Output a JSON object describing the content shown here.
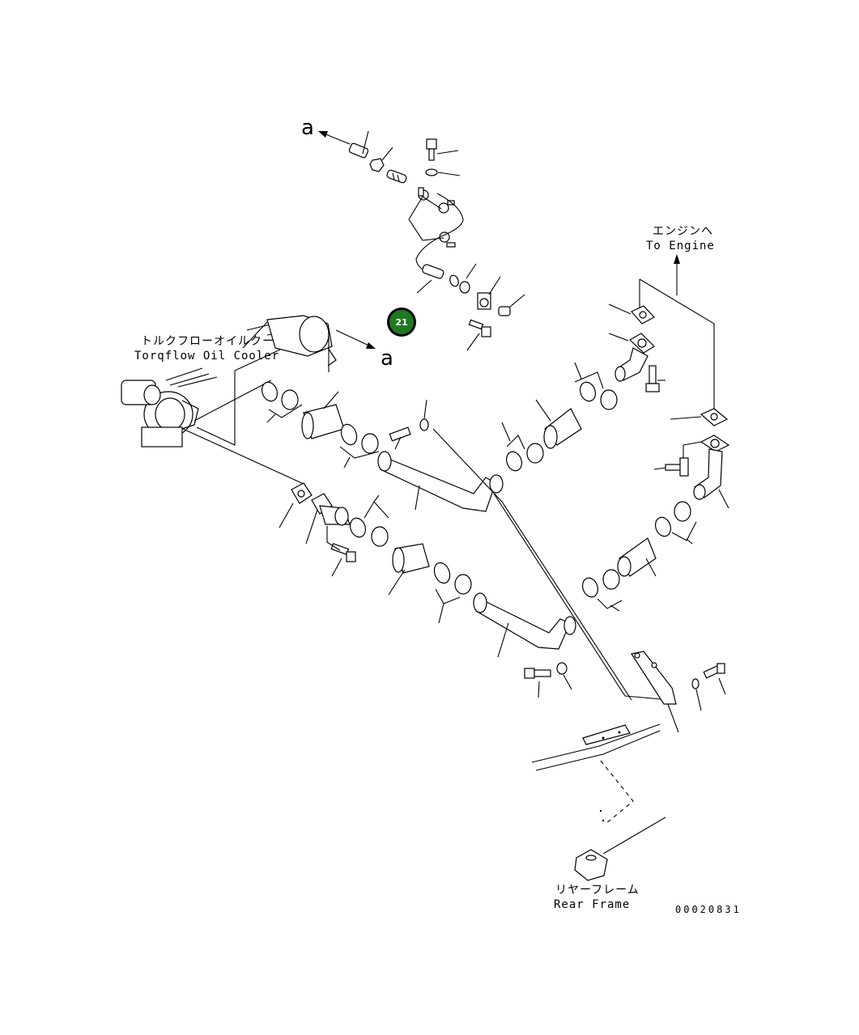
{
  "labels": {
    "oil_cooler_jp": "トルクフローオイルクーラ",
    "oil_cooler_en": "Torqflow Oil Cooler",
    "to_engine_jp": "エンジンへ",
    "to_engine_en": "To Engine",
    "rear_frame_jp": "リヤーフレーム",
    "rear_frame_en": "Rear Frame",
    "ref_a_top": "a",
    "ref_a_mid": "a",
    "drawing_code": "00020831"
  },
  "marker": {
    "number": "21",
    "color": "#1f7a1f"
  }
}
